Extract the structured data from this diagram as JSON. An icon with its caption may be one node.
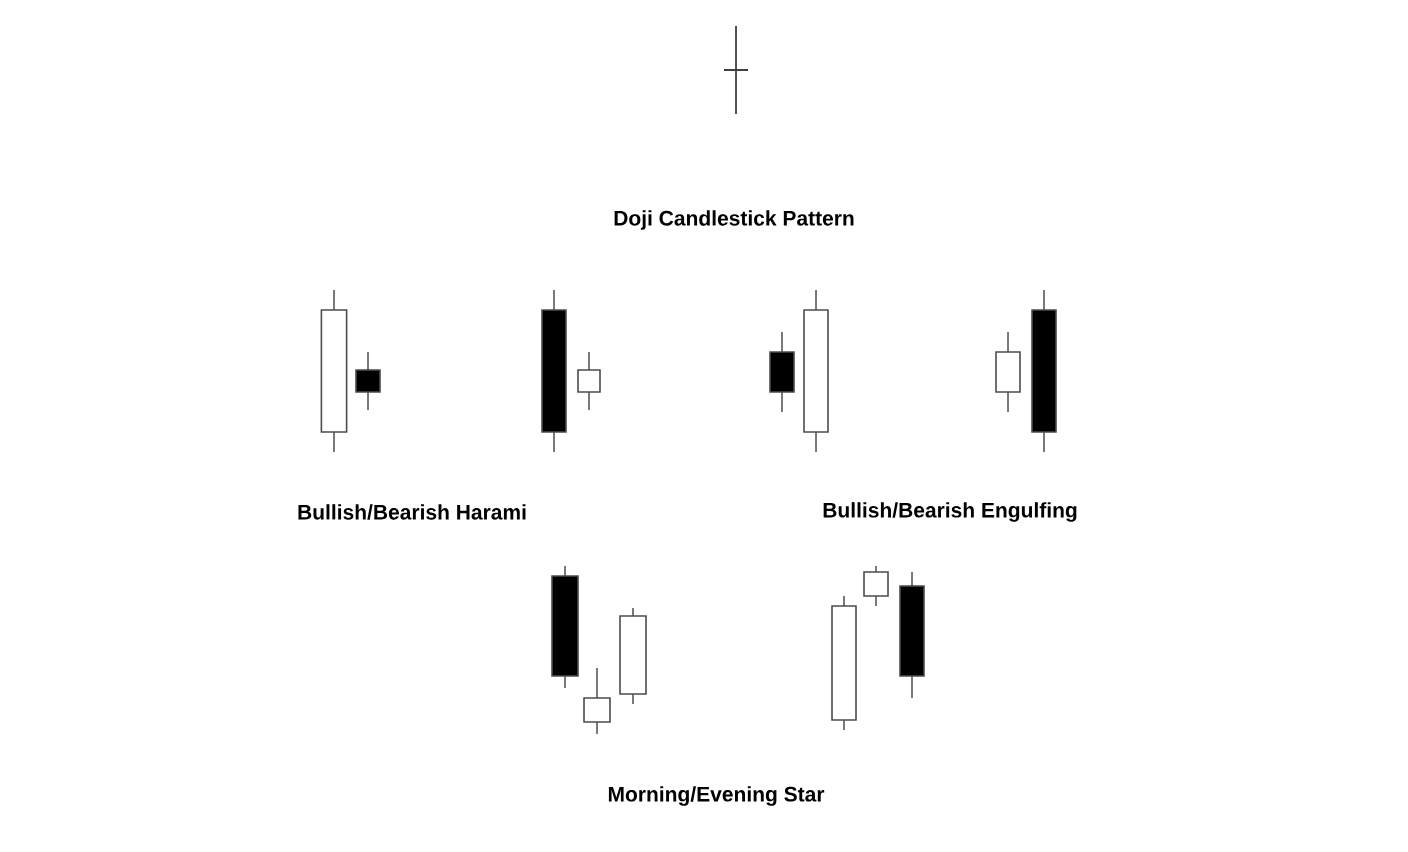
{
  "diagram": {
    "labels": [
      "Doji Candlestick Pattern",
      "Bullish/Bearish Harami",
      "Bullish/Bearish Engulfing",
      "Morning/Evening Star"
    ]
  }
}
